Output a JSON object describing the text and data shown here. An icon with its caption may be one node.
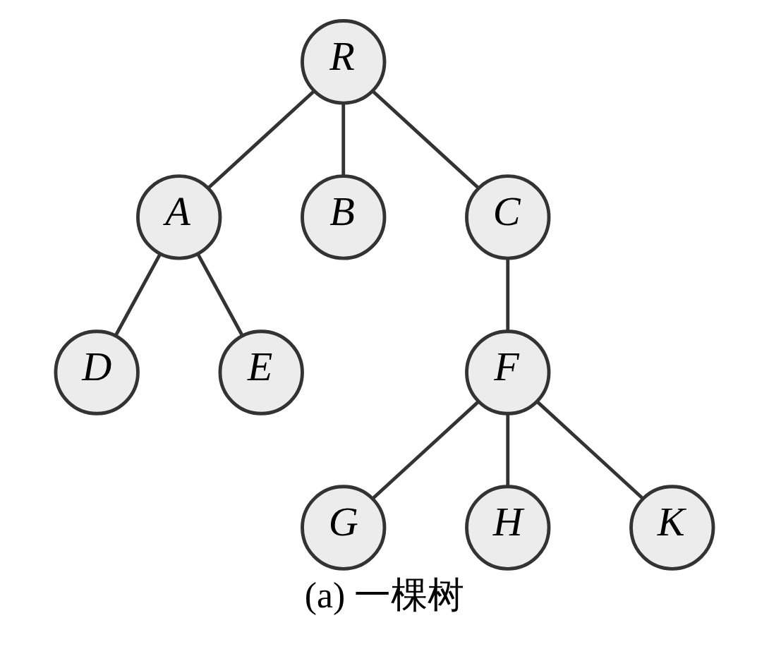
{
  "diagram": {
    "caption": "(a) 一棵树",
    "nodes": [
      {
        "text": [
          "R"
        ]
      },
      {
        "text": [
          "A"
        ]
      },
      {
        "text": [
          "B"
        ]
      },
      {
        "text": [
          "C"
        ]
      },
      {
        "text": [
          "D"
        ]
      },
      {
        "text": [
          "E"
        ]
      },
      {
        "text": [
          "F"
        ]
      },
      {
        "text": [
          "G"
        ]
      },
      {
        "text": [
          "H"
        ]
      },
      {
        "text": [
          "K"
        ]
      }
    ],
    "edges": [
      {
        "from": 0,
        "to": 1,
        "arrow": "none"
      },
      {
        "from": 0,
        "to": 2,
        "arrow": "none"
      },
      {
        "from": 0,
        "to": 3,
        "arrow": "none"
      },
      {
        "from": 1,
        "to": 4,
        "arrow": "none"
      },
      {
        "from": 1,
        "to": 5,
        "arrow": "none"
      },
      {
        "from": 3,
        "to": 6,
        "arrow": "none"
      },
      {
        "from": 6,
        "to": 7,
        "arrow": "none"
      },
      {
        "from": 6,
        "to": 8,
        "arrow": "none"
      },
      {
        "from": 6,
        "to": 9,
        "arrow": "none"
      }
    ]
  }
}
